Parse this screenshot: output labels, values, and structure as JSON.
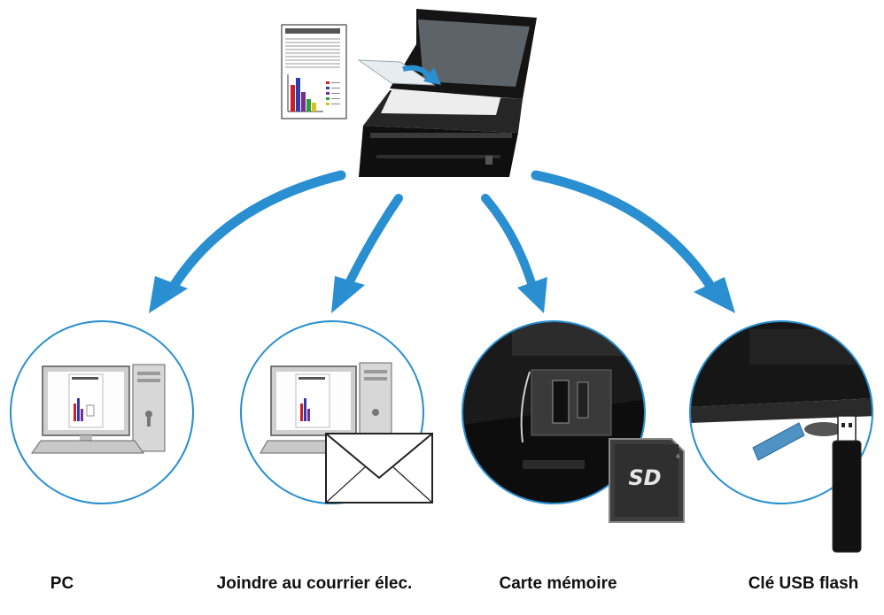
{
  "colors": {
    "arrow": "#2a8fd1",
    "circle_border": "#2a8fd1",
    "device_dark": "#1a1a1a",
    "usb_cap": "#4f93c4"
  },
  "destinations": [
    {
      "icon": "computer-icon",
      "label": "PC"
    },
    {
      "icon": "computer-envelope-icon",
      "label": "Joindre au courrier élec."
    },
    {
      "icon": "sd-card-icon",
      "label": "Carte mémoire"
    },
    {
      "icon": "usb-drive-icon",
      "label": "Clé USB flash"
    }
  ]
}
